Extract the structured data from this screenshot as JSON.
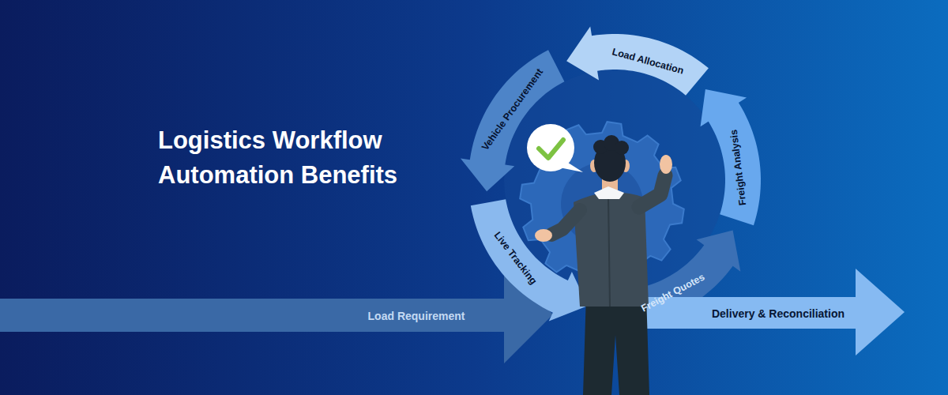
{
  "diagram": {
    "title": "Logistics Workflow Automation Benefits",
    "nodes": [
      {
        "text": [
          "Load Requirement"
        ]
      },
      {
        "text": [
          "Freight Quotes"
        ]
      },
      {
        "text": [
          "Freight Analysis"
        ]
      },
      {
        "text": [
          "Load Allocation"
        ]
      },
      {
        "text": [
          "Vehicle Procurement"
        ]
      },
      {
        "text": [
          "Live Tracking"
        ]
      },
      {
        "text": [
          "Delivery & Reconciliation"
        ]
      }
    ]
  }
}
